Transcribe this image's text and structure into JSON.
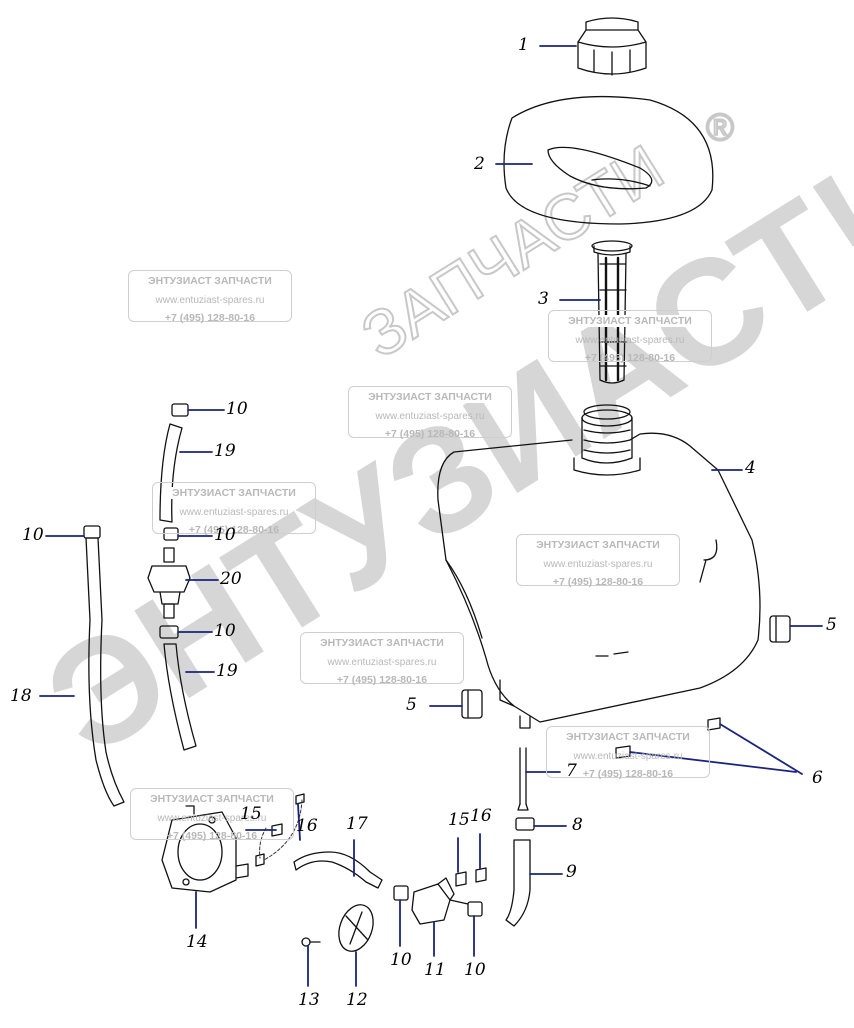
{
  "watermark": {
    "brand_big": "ЭНТУЗИАСТ!",
    "brand_sub": "ЗАПЧАСТИ",
    "registered": "®",
    "card_title": "ЭНТУЗИАСТ ЗАПЧАСТИ",
    "card_url": "www.entuziast-spares.ru",
    "card_phone": "+7 (495) 128-80-16"
  },
  "callouts": {
    "c1": "1",
    "c2": "2",
    "c3": "3",
    "c4": "4",
    "c5a": "5",
    "c5b": "5",
    "c6": "6",
    "c7": "7",
    "c8": "8",
    "c9": "9",
    "c10a": "10",
    "c10b": "10",
    "c10c": "10",
    "c10d": "10",
    "c10e": "10",
    "c10f": "10",
    "c11": "11",
    "c12": "12",
    "c13": "13",
    "c14": "14",
    "c15a": "15",
    "c15b": "15",
    "c16a": "16",
    "c16b": "16",
    "c17": "17",
    "c18": "18",
    "c19a": "19",
    "c19b": "19",
    "c20": "20"
  },
  "colors": {
    "leader": "#1a237e",
    "line": "#111111",
    "watermark": "#c8c8c8"
  }
}
